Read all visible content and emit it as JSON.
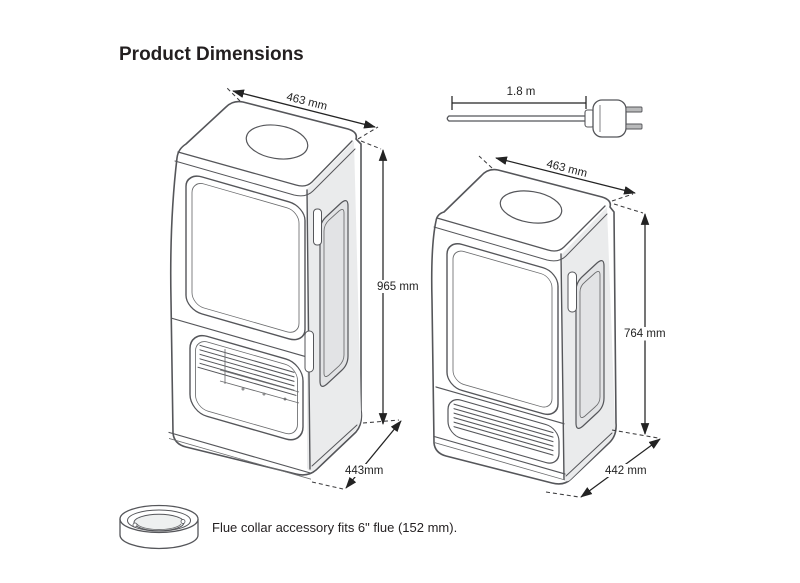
{
  "page": {
    "title": "Product Dimensions"
  },
  "stoves": {
    "left": {
      "description": "tall stove with log store",
      "width_label": "463 mm",
      "height_label": "965 mm",
      "depth_label": "443mm"
    },
    "right": {
      "description": "compact stove",
      "width_label": "463 mm",
      "height_label": "764 mm",
      "depth_label": "442 mm"
    }
  },
  "power_cord": {
    "length_label": "1.8 m"
  },
  "flue_collar": {
    "note": "Flue collar accessory fits 6\" flue (152 mm)."
  },
  "colors": {
    "line": "#55565a",
    "dimension": "#232323",
    "panel_shade": "#eaebec",
    "background": "#ffffff"
  }
}
